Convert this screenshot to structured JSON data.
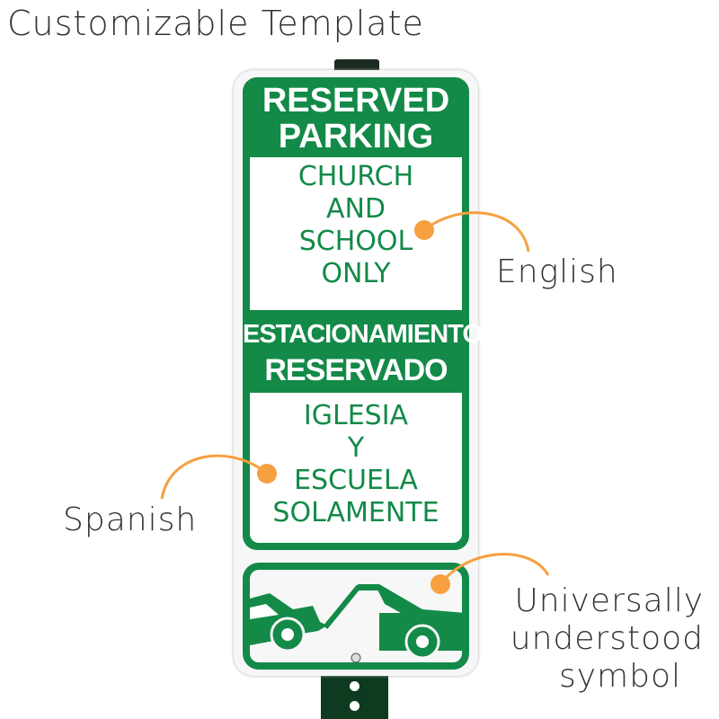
{
  "title": "Customizable Template",
  "sign": {
    "header_en": [
      "RESERVED",
      "PARKING"
    ],
    "body_en": [
      "CHURCH",
      "AND",
      "SCHOOL",
      "ONLY"
    ],
    "header_es": [
      "ESTACIONAMIENTO",
      "RESERVADO"
    ],
    "body_es": [
      "IGLESIA",
      "Y",
      "ESCUELA",
      "SOLAMENTE"
    ],
    "symbol": "tow-truck-icon"
  },
  "annotations": {
    "english": "English",
    "spanish": "Spanish",
    "symbol": [
      "Universally",
      "understood",
      "symbol"
    ]
  },
  "colors": {
    "sign_green": "#138a48",
    "callout_orange": "#f7a040"
  }
}
